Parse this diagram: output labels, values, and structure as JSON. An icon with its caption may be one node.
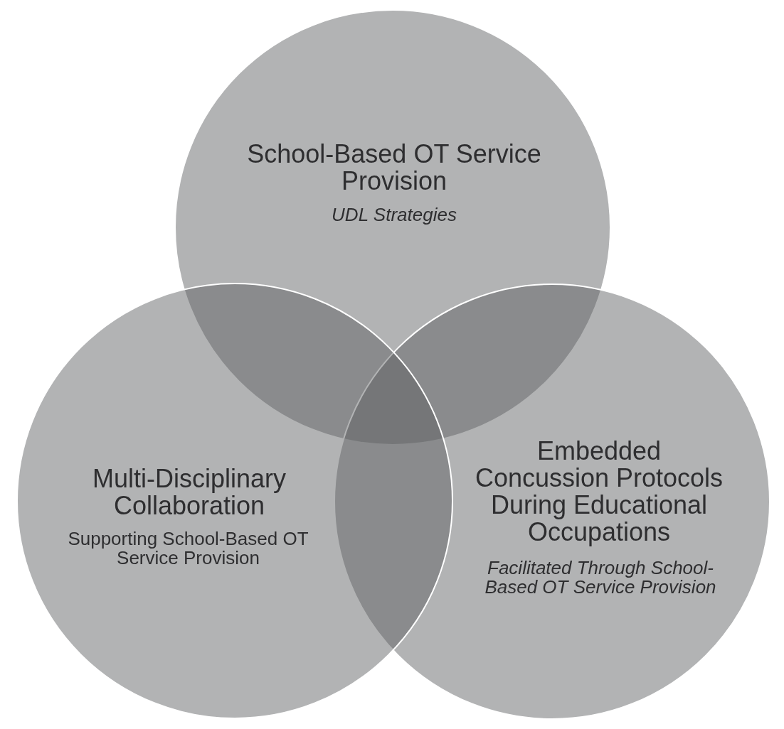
{
  "diagram": {
    "nodes": [
      {
        "text": [
          "School-Based OT Service Provision",
          "UDL Strategies"
        ]
      },
      {
        "text": [
          "Multi-Disciplinary Collaboration",
          "Supporting School-Based OT Service Provision"
        ]
      },
      {
        "text": [
          "Embedded Concussion Protocols During Educational Occupations",
          "Facilitated Through School-Based OT Service Provision"
        ]
      }
    ]
  }
}
